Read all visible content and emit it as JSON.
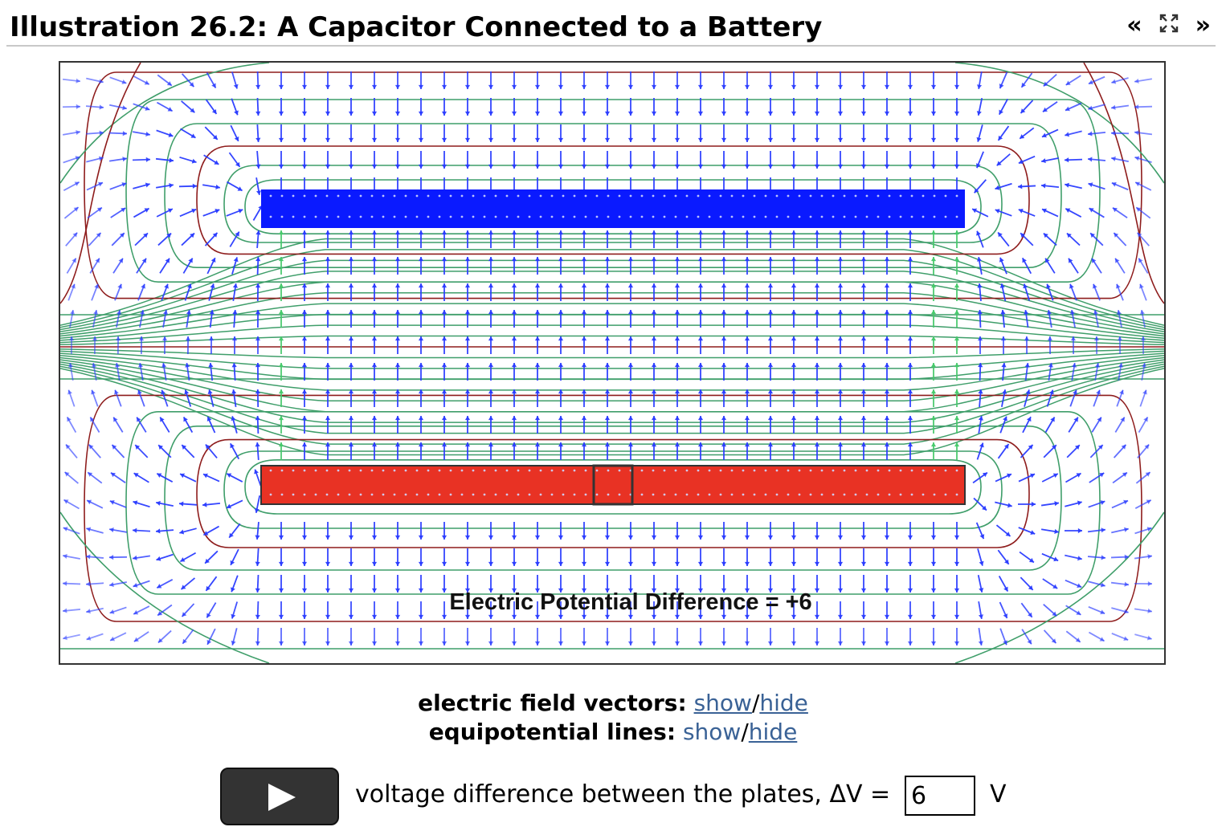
{
  "header": {
    "title": "Illustration 26.2: A Capacitor Connected to a Battery",
    "prev_icon": "double-chevron-left-icon",
    "expand_icon": "expand-icon",
    "next_icon": "double-chevron-right-icon"
  },
  "simulation": {
    "readout": "Electric Potential Difference = +6",
    "colors": {
      "top_plate": "#0a1aff",
      "bottom_plate": "#e83224",
      "field_vectors": "#2a3cff",
      "equipotential_green": "#3f9e6a",
      "equipotential_red": "#8e1c1c"
    }
  },
  "controls": {
    "field_label": "electric field vectors:",
    "equip_label": "equipotential lines:",
    "show": "show",
    "separator": "/",
    "hide": "hide",
    "voltage_label": "voltage difference between the plates, ΔV =",
    "voltage_value": "6",
    "voltage_unit": "V"
  }
}
